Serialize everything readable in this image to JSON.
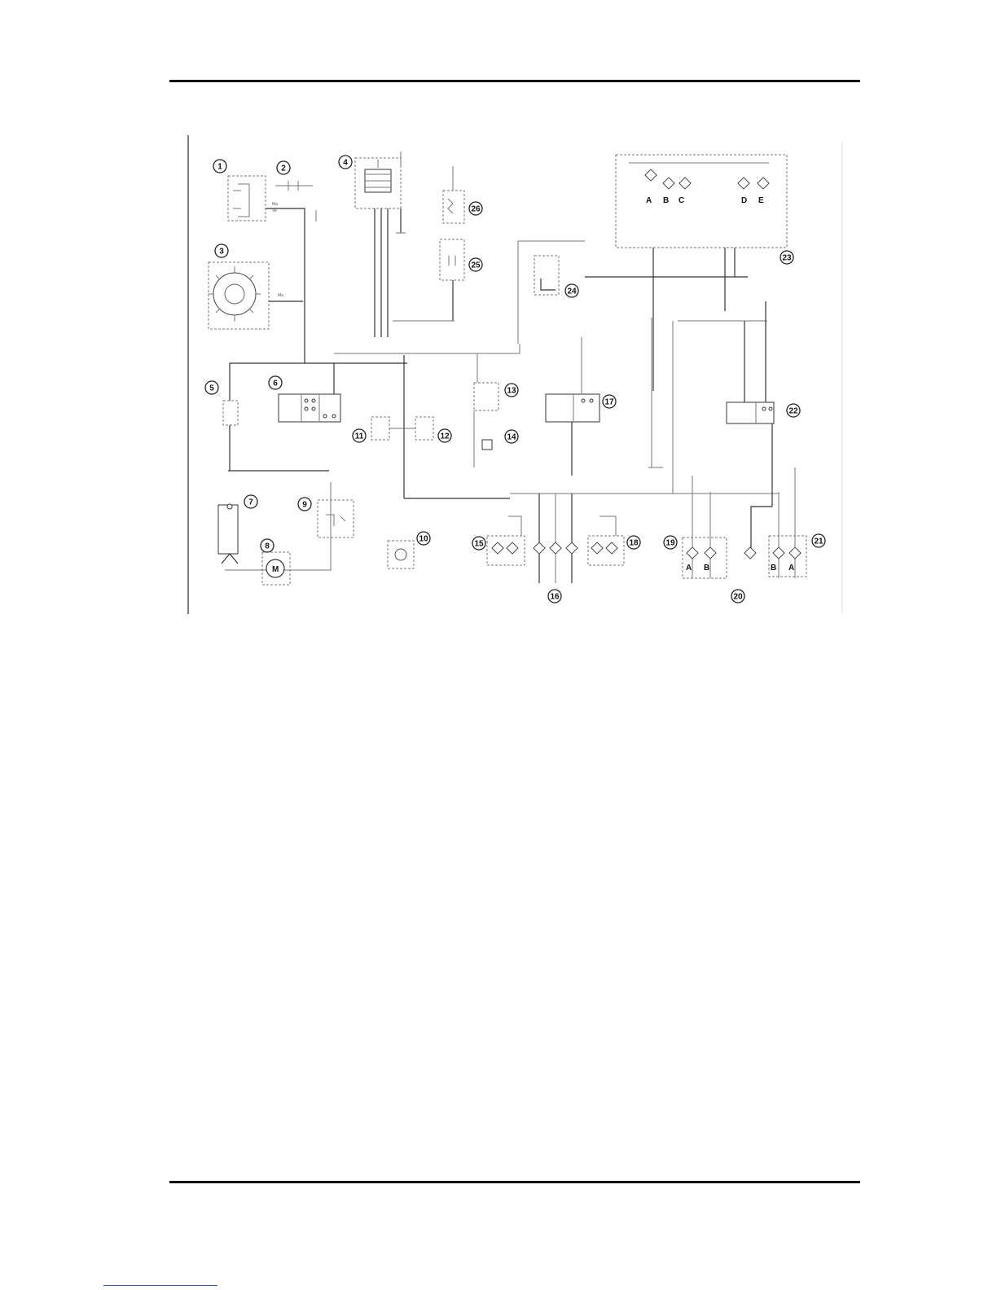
{
  "components": [
    {
      "n": "1"
    },
    {
      "n": "2"
    },
    {
      "n": "3"
    },
    {
      "n": "4"
    },
    {
      "n": "5"
    },
    {
      "n": "6"
    },
    {
      "n": "7"
    },
    {
      "n": "8"
    },
    {
      "n": "9"
    },
    {
      "n": "10"
    },
    {
      "n": "11"
    },
    {
      "n": "12"
    },
    {
      "n": "13"
    },
    {
      "n": "14"
    },
    {
      "n": "15"
    },
    {
      "n": "16"
    },
    {
      "n": "17"
    },
    {
      "n": "18"
    },
    {
      "n": "19"
    },
    {
      "n": "20"
    },
    {
      "n": "21"
    },
    {
      "n": "22"
    },
    {
      "n": "23"
    },
    {
      "n": "24"
    },
    {
      "n": "25"
    },
    {
      "n": "26"
    }
  ],
  "letters": {
    "dashboard": [
      "A",
      "B",
      "C",
      "D",
      "E"
    ],
    "c19": [
      "A",
      "B"
    ],
    "c21": [
      "B",
      "A"
    ]
  },
  "motor_symbol": "M"
}
